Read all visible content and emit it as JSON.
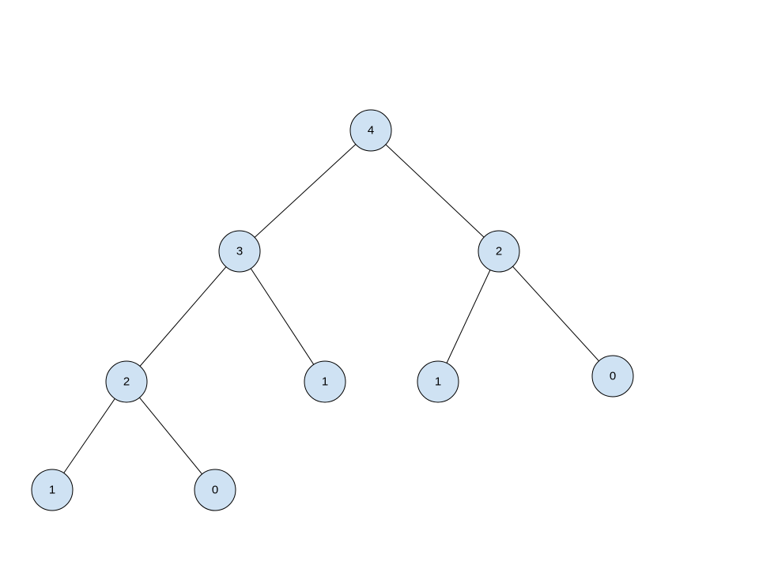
{
  "diagram": {
    "type": "tree",
    "node_fill": "#cfe2f3",
    "node_stroke": "#000000",
    "edge_color": "#000000",
    "nodes": [
      {
        "id": "root",
        "label": "4"
      },
      {
        "id": "l",
        "label": "3"
      },
      {
        "id": "r",
        "label": "2"
      },
      {
        "id": "ll",
        "label": "2"
      },
      {
        "id": "lr",
        "label": "1"
      },
      {
        "id": "rl",
        "label": "1"
      },
      {
        "id": "rr",
        "label": "0"
      },
      {
        "id": "lll",
        "label": "1"
      },
      {
        "id": "llr",
        "label": "0"
      }
    ],
    "edges": [
      {
        "from": "root",
        "to": "l"
      },
      {
        "from": "root",
        "to": "r"
      },
      {
        "from": "l",
        "to": "ll"
      },
      {
        "from": "l",
        "to": "lr"
      },
      {
        "from": "r",
        "to": "rl"
      },
      {
        "from": "r",
        "to": "rr"
      },
      {
        "from": "ll",
        "to": "lll"
      },
      {
        "from": "ll",
        "to": "llr"
      }
    ]
  }
}
